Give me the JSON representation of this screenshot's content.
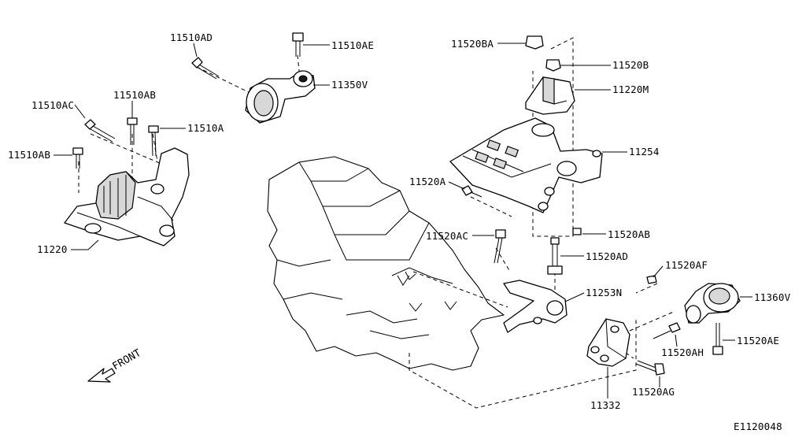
{
  "diagram_code": "E1120048",
  "front_label": "FRONT",
  "labels": {
    "p11510AD": "11510AD",
    "p11510AE_top": "11510AE",
    "p11350V": "11350V",
    "p11510AC": "11510AC",
    "p11510AB_upper": "11510AB",
    "p11510A": "11510A",
    "p11510AB_left": "11510AB",
    "p11220": "11220",
    "p11520BA": "11520BA",
    "p11520B": "11520B",
    "p11220M": "11220M",
    "p11254": "11254",
    "p11520A": "11520A",
    "p11520AC": "11520AC",
    "p11520AB": "11520AB",
    "p11520AD": "11520AD",
    "p11520AF": "11520AF",
    "p11253N": "11253N",
    "p11360V": "11360V",
    "p11520AE": "11520AE",
    "p11520AH": "11520AH",
    "p11520AG": "11520AG",
    "p11332": "11332"
  }
}
